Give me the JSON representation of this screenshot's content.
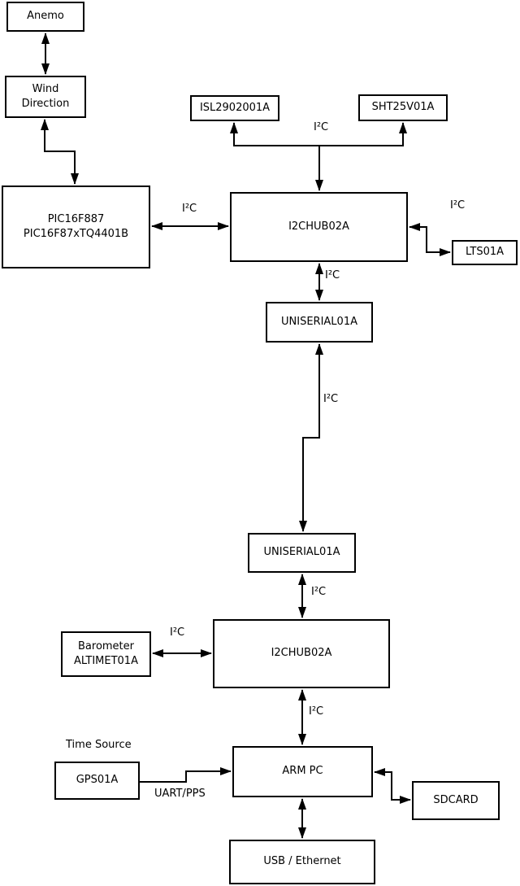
{
  "nodes": {
    "anemo": "Anemo",
    "wind_direction": "Wind\nDirection",
    "pic": "PIC16F887\nPIC16F87xTQ4401B",
    "isl": "ISL2902001A",
    "sht": "SHT25V01A",
    "hub1": "I2CHUB02A",
    "lts": "LTS01A",
    "uniserial1": "UNISERIAL01A",
    "uniserial2": "UNISERIAL01A",
    "hub2": "I2CHUB02A",
    "barometer": "Barometer\nALTIMET01A",
    "gps": "GPS01A",
    "arm_pc": "ARM PC",
    "sdcard": "SDCARD",
    "usb_ethernet": "USB / Ethernet"
  },
  "edge_labels": {
    "i2c_sensor_branch": "I²C",
    "i2c_pic_hub1": "I²C",
    "i2c_hub1_lts": "I²C",
    "i2c_hub1_uniserial1": "I²C",
    "i2c_serial_link": "I²C",
    "i2c_uniserial2_hub2": "I²C",
    "i2c_barometer_hub2": "I²C",
    "i2c_hub2_armpc": "I²C",
    "uart_pps": "UART/PPS",
    "time_source": "Time Source"
  },
  "colors": {
    "line": "#000000",
    "background": "#ffffff"
  }
}
